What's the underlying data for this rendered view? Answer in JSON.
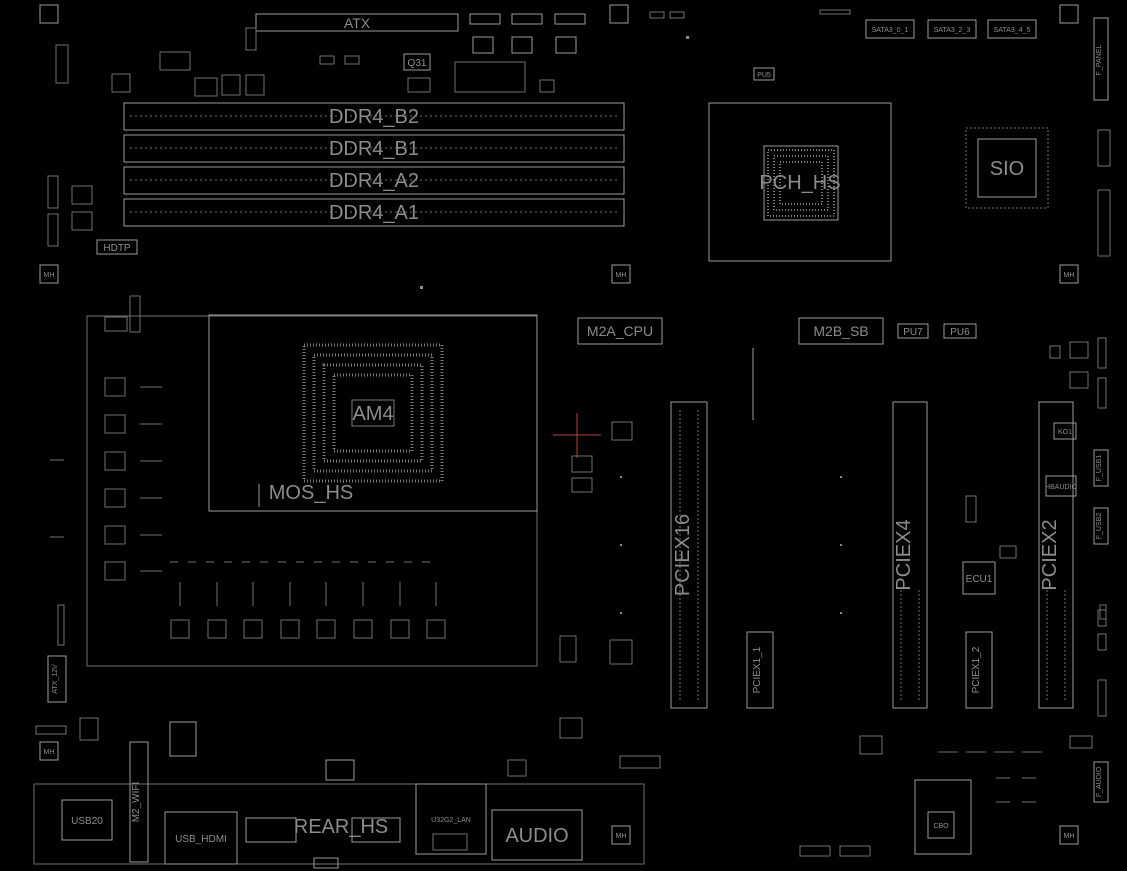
{
  "labels": {
    "atx": "ATX",
    "q31": "Q31",
    "pu5": "PU5",
    "ddr4_b2": "DDR4_B2",
    "ddr4_b1": "DDR4_B1",
    "ddr4_a2": "DDR4_A2",
    "ddr4_a1": "DDR4_A1",
    "pch_hs": "PCH_HS",
    "sio": "SIO",
    "hdtp": "HDTP",
    "m2a_cpu": "M2A_CPU",
    "m2b_sb": "M2B_SB",
    "pu7": "PU7",
    "pu6": "PU6",
    "am4": "AM4",
    "mos_hs": "MOS_HS",
    "pciex16": "PCIEX16",
    "pciex4": "PCIEX4",
    "pciex2": "PCIEX2",
    "pciex1_1": "PCIEX1_1",
    "pciex1_2": "PCIEX1_2",
    "ecu1": "ECU1",
    "ko1": "KO1",
    "sata3_0_1": "SATA3_0_1",
    "sata3_2_3": "SATA3_2_3",
    "sata3_4_5": "SATA3_4_5",
    "f_panel": "F_PANEL",
    "atx_12v": "ATX_12V",
    "m2_wifi": "M2_WIFI",
    "usb20": "USB20",
    "usb_hdmi": "USB_HDMI",
    "rear_hs": "REAR_HS",
    "u32g2_lan": "U32G2_LAN",
    "audio": "AUDIO",
    "f_usb1": "F_USB1",
    "f_usb2": "F_USB2",
    "f_audio": "F_AUDIO",
    "cbo": "CBO",
    "hbaudio": "HBAUDIO",
    "mh": "MH"
  },
  "colors": {
    "background": "#000000",
    "outline": "#9a9a9a",
    "text": "#8c8c8c",
    "crosshair": "#b34040"
  }
}
